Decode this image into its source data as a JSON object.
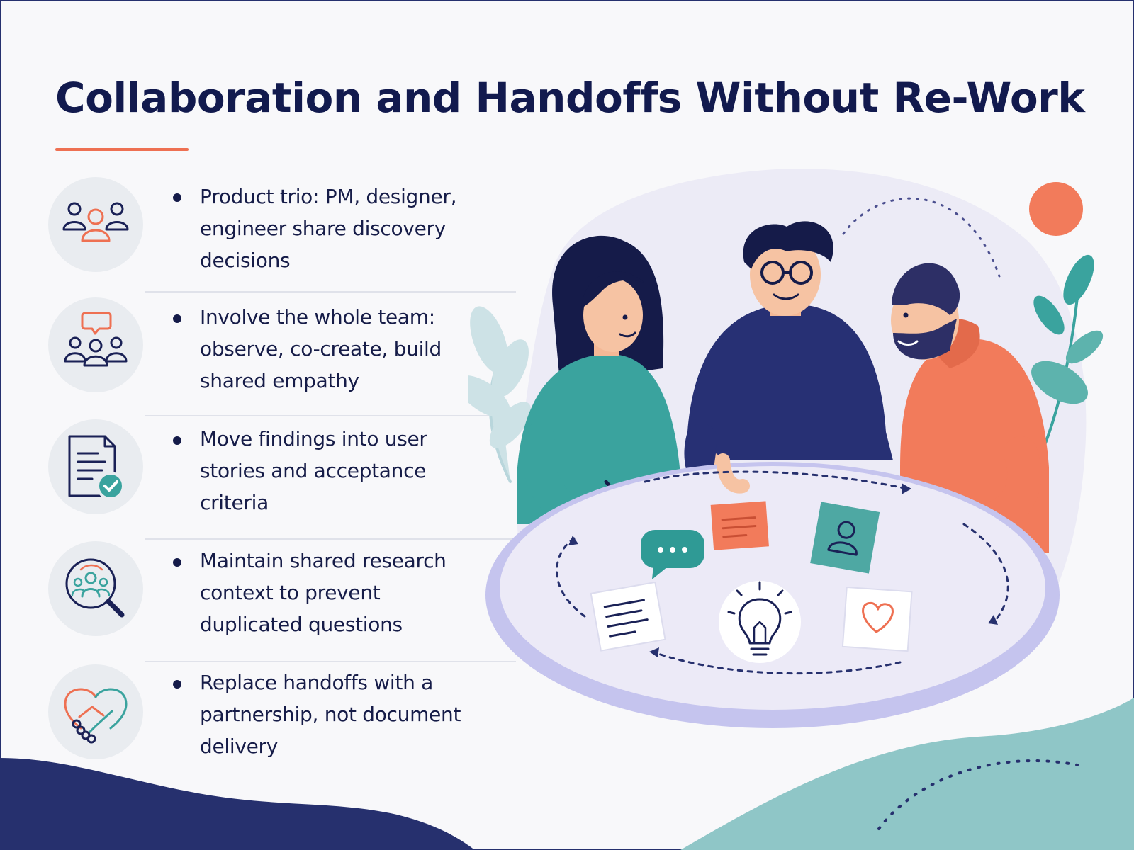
{
  "title": "Collaboration and Handoffs Without Re-Work",
  "colors": {
    "navy": "#121a4e",
    "coral": "#ee7052",
    "teal": "#3aa39e",
    "lavender": "#c7c8ee",
    "background": "#f8f8fa"
  },
  "bullets": [
    {
      "icon": "product-trio-icon",
      "text": "Product trio: PM, designer, engineer share discovery decisions"
    },
    {
      "icon": "team-discussion-icon",
      "text": "Involve the whole team: observe, co-create, build shared empathy"
    },
    {
      "icon": "checked-document-icon",
      "text": "Move findings into user stories and acceptance criteria"
    },
    {
      "icon": "research-magnifier-icon",
      "text": "Maintain shared research context to prevent duplicated questions"
    },
    {
      "icon": "handshake-heart-icon",
      "text": "Replace handoffs with a partnership, not document delivery"
    }
  ],
  "illustration": {
    "people": [
      "woman-teal-sweater",
      "man-glasses-navy-sweater",
      "bearded-man-orange-hoodie"
    ],
    "table_items": [
      "chat-bubble-icon",
      "sticky-note",
      "user-card-icon",
      "notes-card",
      "lightbulb-icon",
      "heart-card-icon"
    ]
  }
}
